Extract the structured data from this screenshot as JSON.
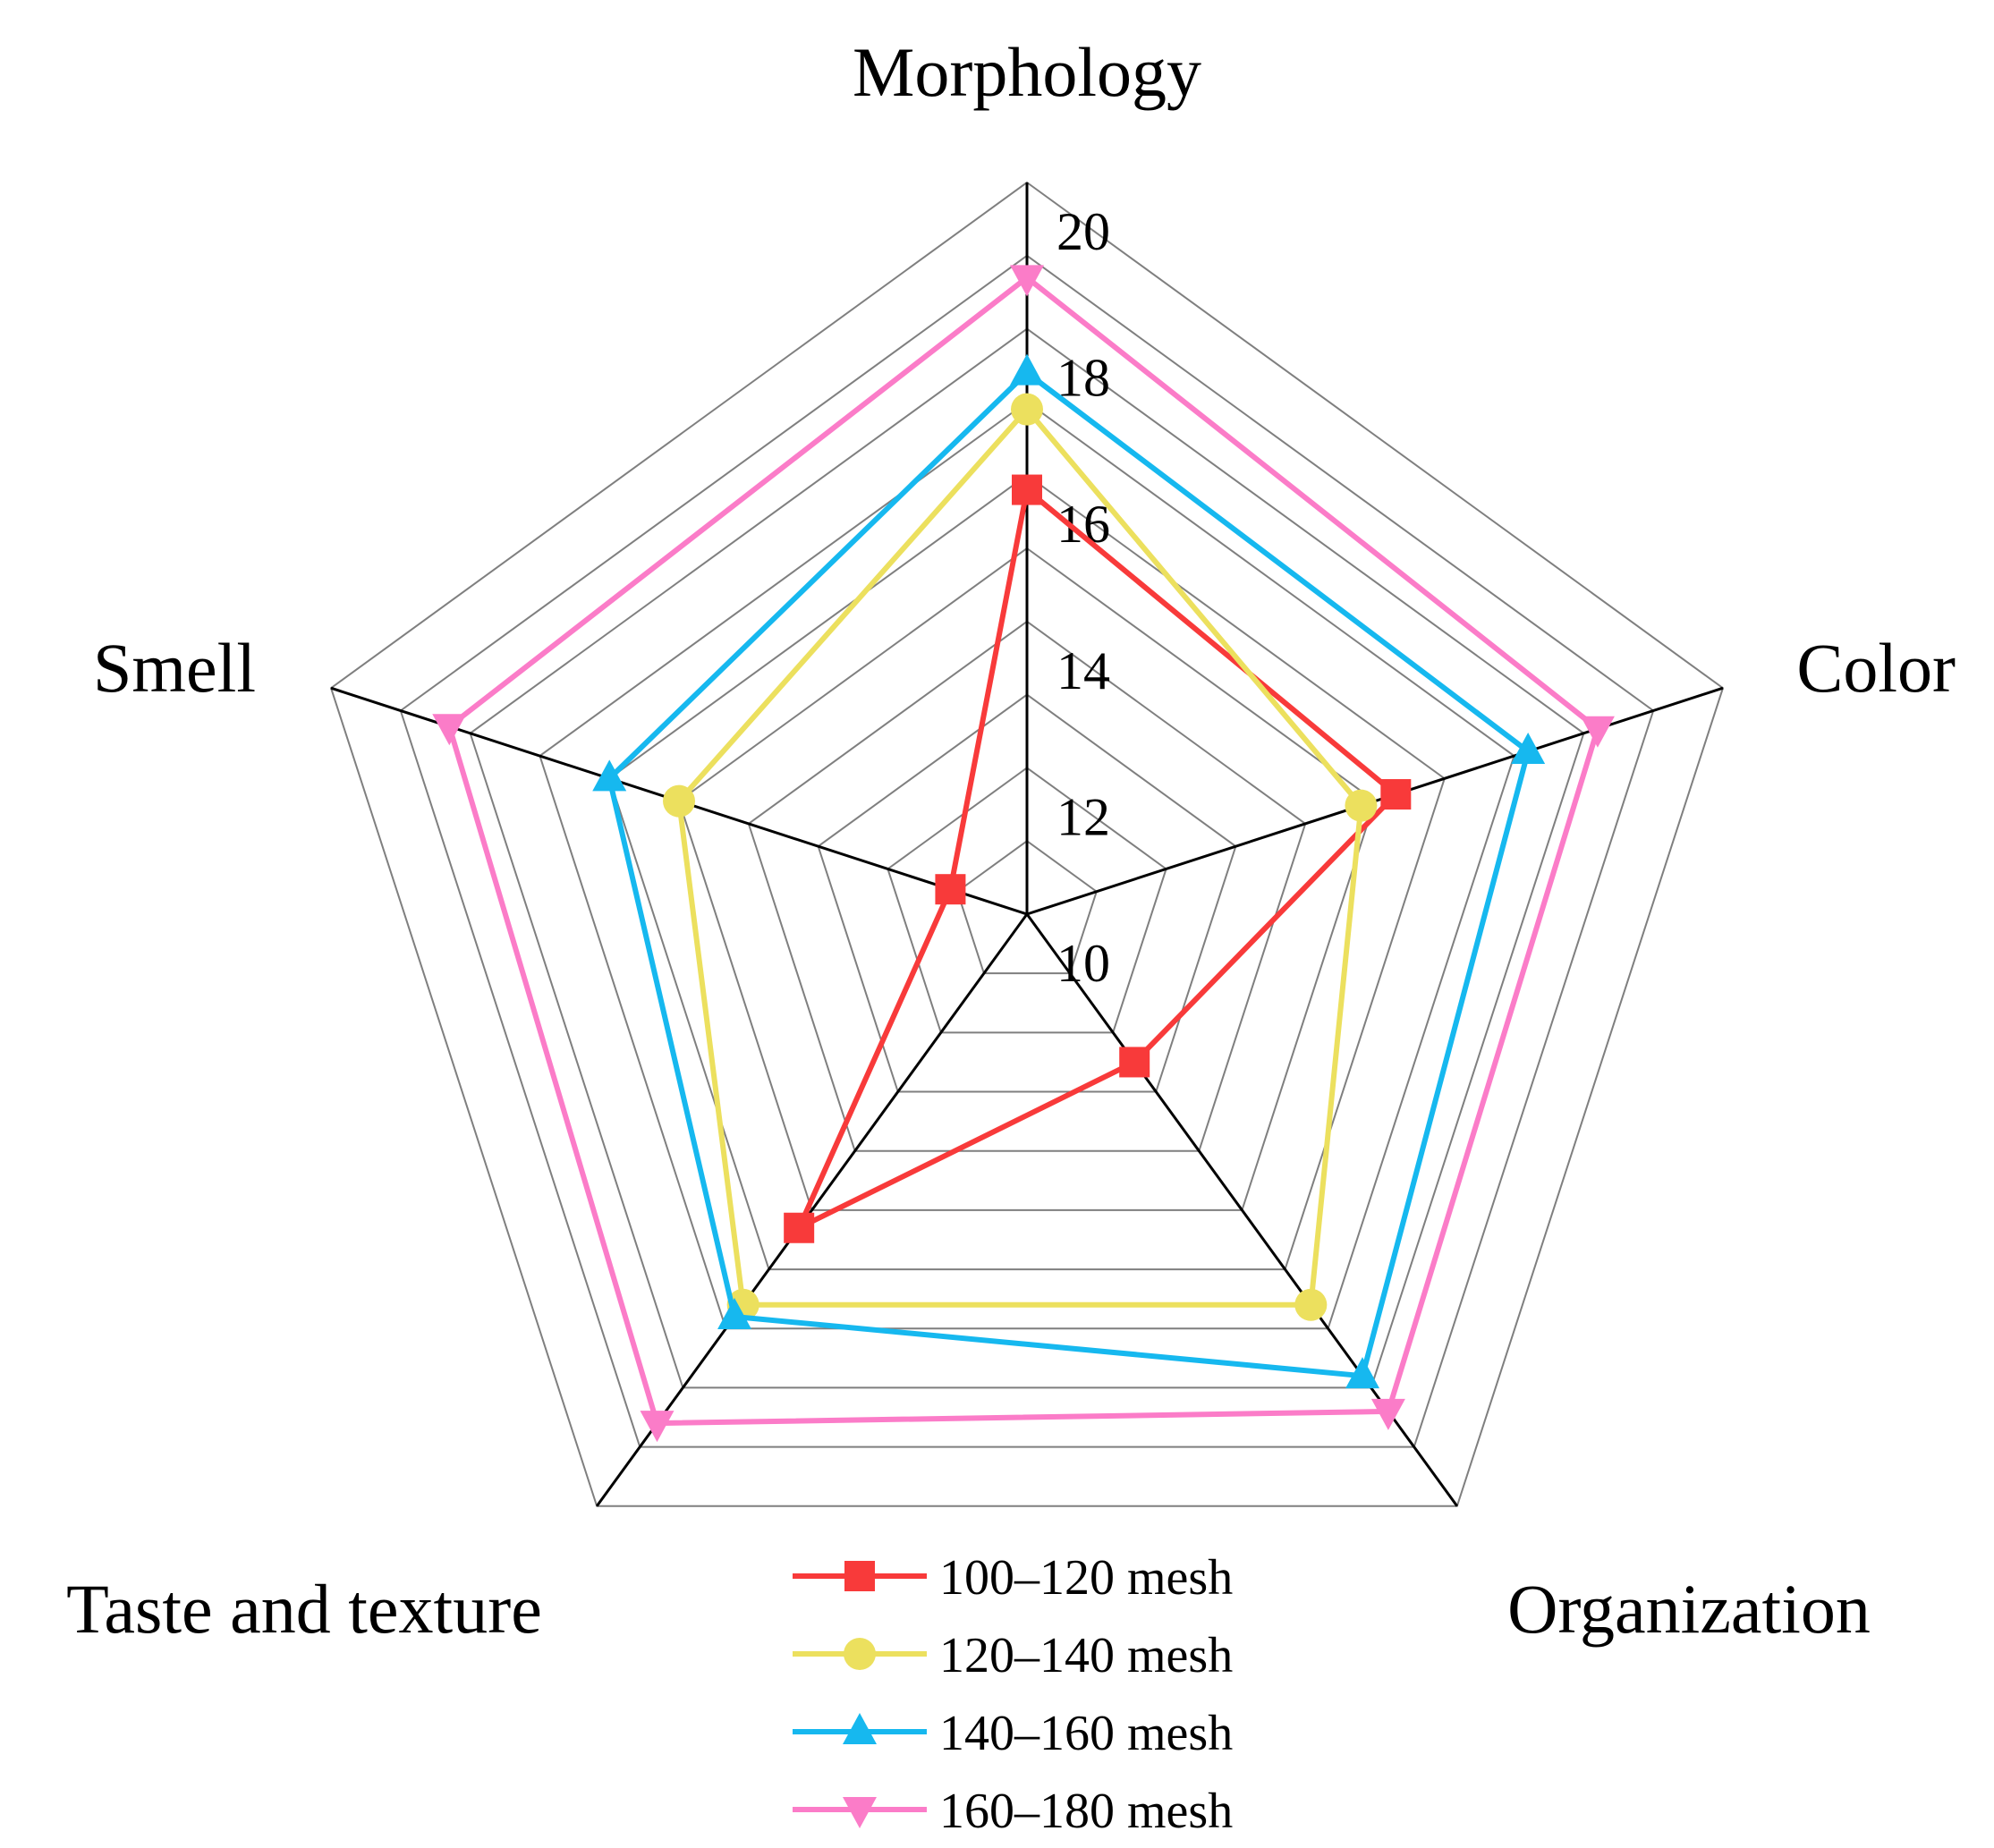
{
  "chart_data": {
    "type": "radar",
    "axes": [
      "Morphology",
      "Color",
      "Organization",
      "Taste and texture",
      "Smell"
    ],
    "rlim": [
      10,
      20
    ],
    "ticks": [
      "10",
      "12",
      "14",
      "16",
      "18",
      "20"
    ],
    "grid": true,
    "legend_position": "bottom",
    "series": [
      {
        "name": "100–120 mesh",
        "values": [
          15.8,
          15.3,
          12.5,
          15.3,
          11.1
        ],
        "color": "#f83a3a",
        "marker": "square"
      },
      {
        "name": "120–140 mesh",
        "values": [
          16.9,
          14.8,
          16.6,
          16.6,
          15.0
        ],
        "color": "#ece05e",
        "marker": "circle"
      },
      {
        "name": "140–160 mesh",
        "values": [
          17.4,
          17.2,
          17.8,
          16.8,
          16.0
        ],
        "color": "#16b8ef",
        "marker": "triangle-up"
      },
      {
        "name": "160–180 mesh",
        "values": [
          18.7,
          18.2,
          18.4,
          18.6,
          18.3
        ],
        "color": "#fb7cc8",
        "marker": "triangle-down"
      }
    ]
  }
}
